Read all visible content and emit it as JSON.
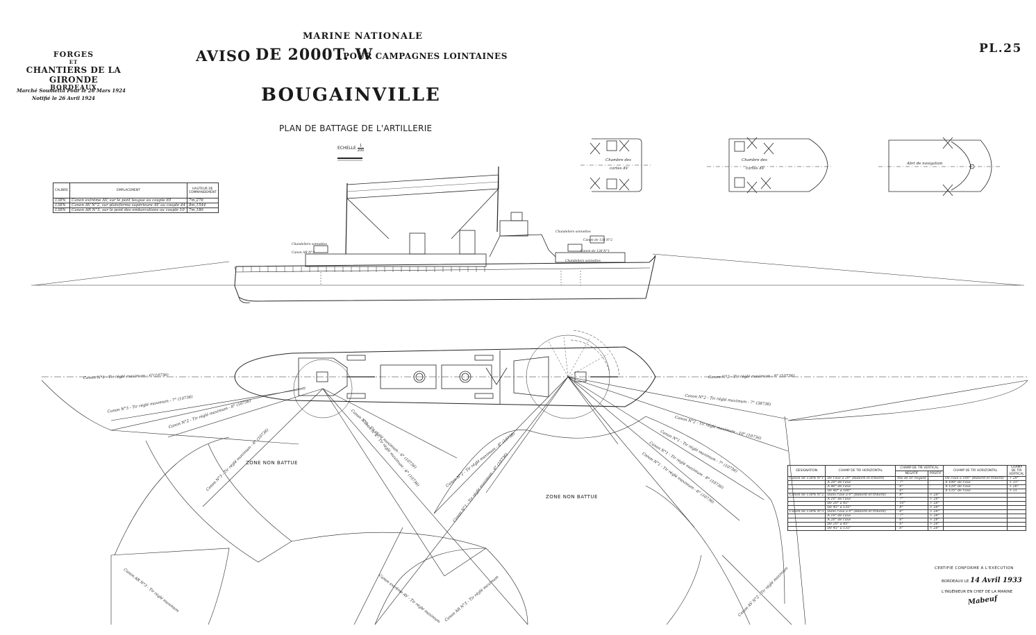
{
  "builder": {
    "line1": "FORGES",
    "line2": "ET",
    "line3": "CHANTIERS DE LA GIRONDE",
    "line4": "BORDEAUX",
    "note1": "Marché Soumettà Pour le 26 Mars 1924",
    "note2": "Notifié le 26 Avril 1924"
  },
  "header": {
    "marine": "MARINE NATIONALE",
    "aviso": "AVISO",
    "tonnage": "DE 2000T. W",
    "campagnes": "POUR CAMPAGNES LOINTAINES",
    "ship_name": "BOUGAINVILLE",
    "subtitle": "PLAN DE BATTAGE DE L'ARTILLERIE",
    "scale_label": "ECHELLE",
    "scale_num": "1",
    "scale_den": "200",
    "plate": "PL.25"
  },
  "gun_table": {
    "headers": [
      "CALIBRE",
      "EMPLACEMENT",
      "HAUTEUR DE COMMANDEMENT"
    ],
    "rows": [
      [
        "138%",
        "Canon extrême AV, sur le pont teugue au couple 65",
        "7m,276"
      ],
      [
        "138%",
        "Canon AV N°2, sur plateforme supérieure AV au couple 44",
        "8m,1544"
      ],
      [
        "138%",
        "Canon AR N°3, sur le pont des embarcations au couple 10",
        "7m,186"
      ]
    ]
  },
  "deck_plans": {
    "plan1_label1": "Chambre des",
    "plan1_label2": "cartes AV",
    "plan2_label1": "Chambre des",
    "plan2_label2": "cartes AV",
    "plan3_label": "Abri de navigation"
  },
  "profile_labels": {
    "a": "Chandeliers sonnettes",
    "b": "Canon AR N°3",
    "c": "Chandeliers sonnettes",
    "d": "Canon de 138 N°2",
    "e": "Canon de 138 N°1",
    "f": "Chandeliers sonnettes"
  },
  "sector_labels": {
    "l1": "Canon N°4 - Tir réglé maximum - 6°(10736)",
    "l2": "Canon N°3 - Tir réglé maximum - 7° (10736)",
    "l3": "Canon N°2 - Tir réglé maximum - 8° (10736)",
    "l4": "Canon N°3 - Tir réglé maximum - 6° (10736)",
    "l5": "Canon N°3 - Tir réglé maximum - 6° (10736)",
    "r1": "Canon N°2 - Tir réglé maximum - 8° (10736)",
    "r2": "Canon N°2 - Tir réglé maximum - 7° (38736)",
    "r3": "Canon N°2 - Tir réglé maximum - 10° (10736)",
    "r4": "Canon N°1 - Tir réglé maximum - 7° (10736)",
    "r5": "Canon N°1 - Tir réglé maximum - 8° (10736)",
    "r6": "Canon N°1 - Tir réglé maximum - 6° (10736)",
    "m1": "Canon N°2 - Tir réglé maximum - 8° (10736)",
    "m2": "Canon N°1 - Tir réglé maximum - 6° (10736)",
    "m3": "Canon N°4 - Tir réglé maximum - 6° (10736)",
    "b1": "Canon AR N°3 - Tir réglé maximum",
    "b2": "Canon extrême AV - Tir réglé maximum",
    "b3": "Canon AR N°3 - Tir réglé maximum",
    "b4": "Canon AV N°2 - Tir réglé maximum"
  },
  "zones": {
    "left": "ZONE NON BATTUE",
    "right": "ZONE NON BATTUE"
  },
  "fire_table": {
    "headers": [
      "DESIGNATION",
      "CHAMP DE TIR HORIZONTAL",
      "CHAMP DE TIR VERTICAL",
      "CHAMP DE TIR HORIZONTAL",
      "CHAMP DE TIR VERTICAL"
    ],
    "subheaders": [
      "NEGATIF",
      "POSITIF"
    ],
    "rows": [
      [
        "Canon de 138% N°1",
        "De l'axe à 20° (Bâbord et tribord)",
        "Pas de tir négatif",
        "-",
        "De l'axe à 100° (Bâbord et tribord)",
        "+ 28°"
      ],
      [
        "",
        "A 20° de l'axe",
        "- 7°",
        "-",
        "A 100° de l'axe",
        "+ 31°"
      ],
      [
        "",
        "A 40° de l'axe",
        "- 6°",
        "-",
        "A 120° de l'axe",
        "+ 26°"
      ],
      [
        "",
        "De 40° à 100°",
        "- 6°",
        "-",
        "A 135° de l'axe",
        "+ 31"
      ],
      [
        "Canon de 138% N°2",
        "Dans l'axe à 0° (Bâbord et tribord)",
        "- 8°",
        "+ 28°",
        "",
        ""
      ],
      [
        "",
        "A 10° de l'axe",
        "- 7°",
        "+ 28°",
        "",
        ""
      ],
      [
        "",
        "De 20° à 45°",
        "- 10°",
        "+ 28°",
        "",
        ""
      ],
      [
        "",
        "De 45° à 135°",
        "- 8°",
        "+ 28°",
        "",
        ""
      ],
      [
        "Canon de 138% N°3",
        "Dans l'axe à 0° (Bâbord et tribord)",
        "- 6°",
        "+ 28°",
        "",
        ""
      ],
      [
        "",
        "A 10° de l'axe",
        "- 7°",
        "+ 28°",
        "",
        ""
      ],
      [
        "",
        "A 20° de l'axe",
        "- 6°",
        "+ 28°",
        "",
        ""
      ],
      [
        "",
        "De 20° à 45°",
        "- 6°",
        "+ 28°",
        "",
        ""
      ],
      [
        "",
        "De 45° à 135°",
        "- 6°",
        "+ 28°",
        "",
        ""
      ]
    ]
  },
  "certification": {
    "line1": "CERTIFIÉ CONFORME À L'EXÉCUTION",
    "line2_prefix": "BORDEAUX LE",
    "line2_date": "14 Avril 1933",
    "line3": "L'INGÉNIEUR EN CHEF DE LA MARINE",
    "signature": "Mabeuf"
  }
}
